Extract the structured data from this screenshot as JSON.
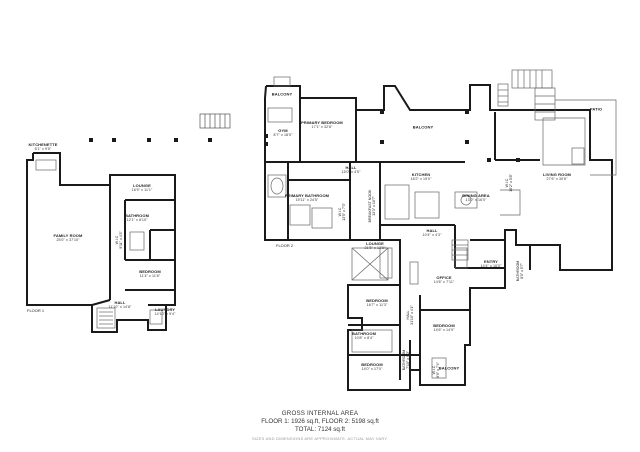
{
  "floor1": {
    "floor_label": "FLOOR 1",
    "kitchenette": {
      "name": "KITCHENETTE",
      "dim": "6'1\" x 9'5\""
    },
    "family_room": {
      "name": "FAMILY ROOM",
      "dim": "25'0\" x 37'10\""
    },
    "lounge": {
      "name": "LOUNGE",
      "dim": "16'9\" x 11'1\""
    },
    "bathroom": {
      "name": "BATHROOM",
      "dim": "12'1\" x 8'10\""
    },
    "bedroom": {
      "name": "BEDROOM",
      "dim": "11'4\" x 11'6\""
    },
    "wic": {
      "name": "W.I.C",
      "dim": "9'11\" x 4'3\""
    },
    "hall": {
      "name": "HALL",
      "dim": "11'10\" x 14'8\""
    },
    "laundry": {
      "name": "LAUNDRY",
      "dim": "14'10\" x 9'4\""
    }
  },
  "floor2": {
    "floor_label": "FLOOR 2",
    "balcony_top": {
      "name": "BALCONY"
    },
    "primary_bedroom": {
      "name": "PRIMARY BEDROOM",
      "dim": "17'1\" x 32'8\""
    },
    "gym": {
      "name": "GYM",
      "dim": "8'7\" x 18'5\""
    },
    "balcony_mid": {
      "name": "BALCONY"
    },
    "hall_top": {
      "name": "HALL",
      "dim": "15'0\" x 4'5\""
    },
    "kitchen": {
      "name": "KITCHEN",
      "dim": "18'2\" x 19'0\""
    },
    "primary_bathroom": {
      "name": "PRIMARY BATHROOM",
      "dim": "19'11\" x 24'5\""
    },
    "wic_primary": {
      "name": "W.I.C",
      "dim": "13'5\" x 7'3\""
    },
    "breakfast": {
      "name": "BREAKFAST NOOK",
      "dim": "13'3\" x 10'7\""
    },
    "dining": {
      "name": "DINING AREA",
      "dim": "13'0\" x 16'0\""
    },
    "living": {
      "name": "LIVING ROOM",
      "dim": "27'6\" x 30'6\""
    },
    "patio": {
      "name": "PATIO"
    },
    "wic_living": {
      "name": "W.I.C",
      "dim": "10'2\" x 5'8\""
    },
    "hall_mid": {
      "name": "HALL",
      "dim": "10'4\" x 4'3\""
    },
    "lounge": {
      "name": "LOUNGE",
      "dim": "21'5\" x 12'0\""
    },
    "office": {
      "name": "OFFICE",
      "dim": "14'6\" x 7'11\""
    },
    "entry": {
      "name": "ENTRY",
      "dim": "14'4\" x 16'0\""
    },
    "bathroom_side": {
      "name": "BATHROOM",
      "dim": "8'0\" x 5'7\""
    },
    "bedroom_a": {
      "name": "BEDROOM",
      "dim": "16'7\" x 11'3\""
    },
    "hall_v": {
      "name": "HALL",
      "dim": "31'10\" x 4'1\""
    },
    "bedroom_b": {
      "name": "BEDROOM",
      "dim": "14'6\" x 14'9\""
    },
    "bathroom_c": {
      "name": "BATHROOM",
      "dim": "10'8\" x 8'4\""
    },
    "bedroom_c": {
      "name": "BEDROOM",
      "dim": "14'0\" x 17'0\""
    },
    "balcony_low": {
      "name": "BALCONY"
    },
    "wic_low": {
      "name": "W.I.C",
      "dim": "9'0\" x 7'4\""
    },
    "bathroom_low": {
      "name": "BATHROOM",
      "dim": "7'10\" x 9'0\""
    }
  },
  "summary": {
    "title": "GROSS INTERNAL AREA",
    "line1": "FLOOR 1: 1926 sq.ft, FLOOR 2: 5198 sq.ft",
    "line2": "TOTAL: 7124 sq.ft",
    "disclaimer": "SIZES AND DIMENSIONS ARE APPROXIMATE, ACTUAL MAY VARY."
  },
  "colors": {
    "wall": "#1a1a1a",
    "thin": "#777777",
    "text": "#222222"
  }
}
